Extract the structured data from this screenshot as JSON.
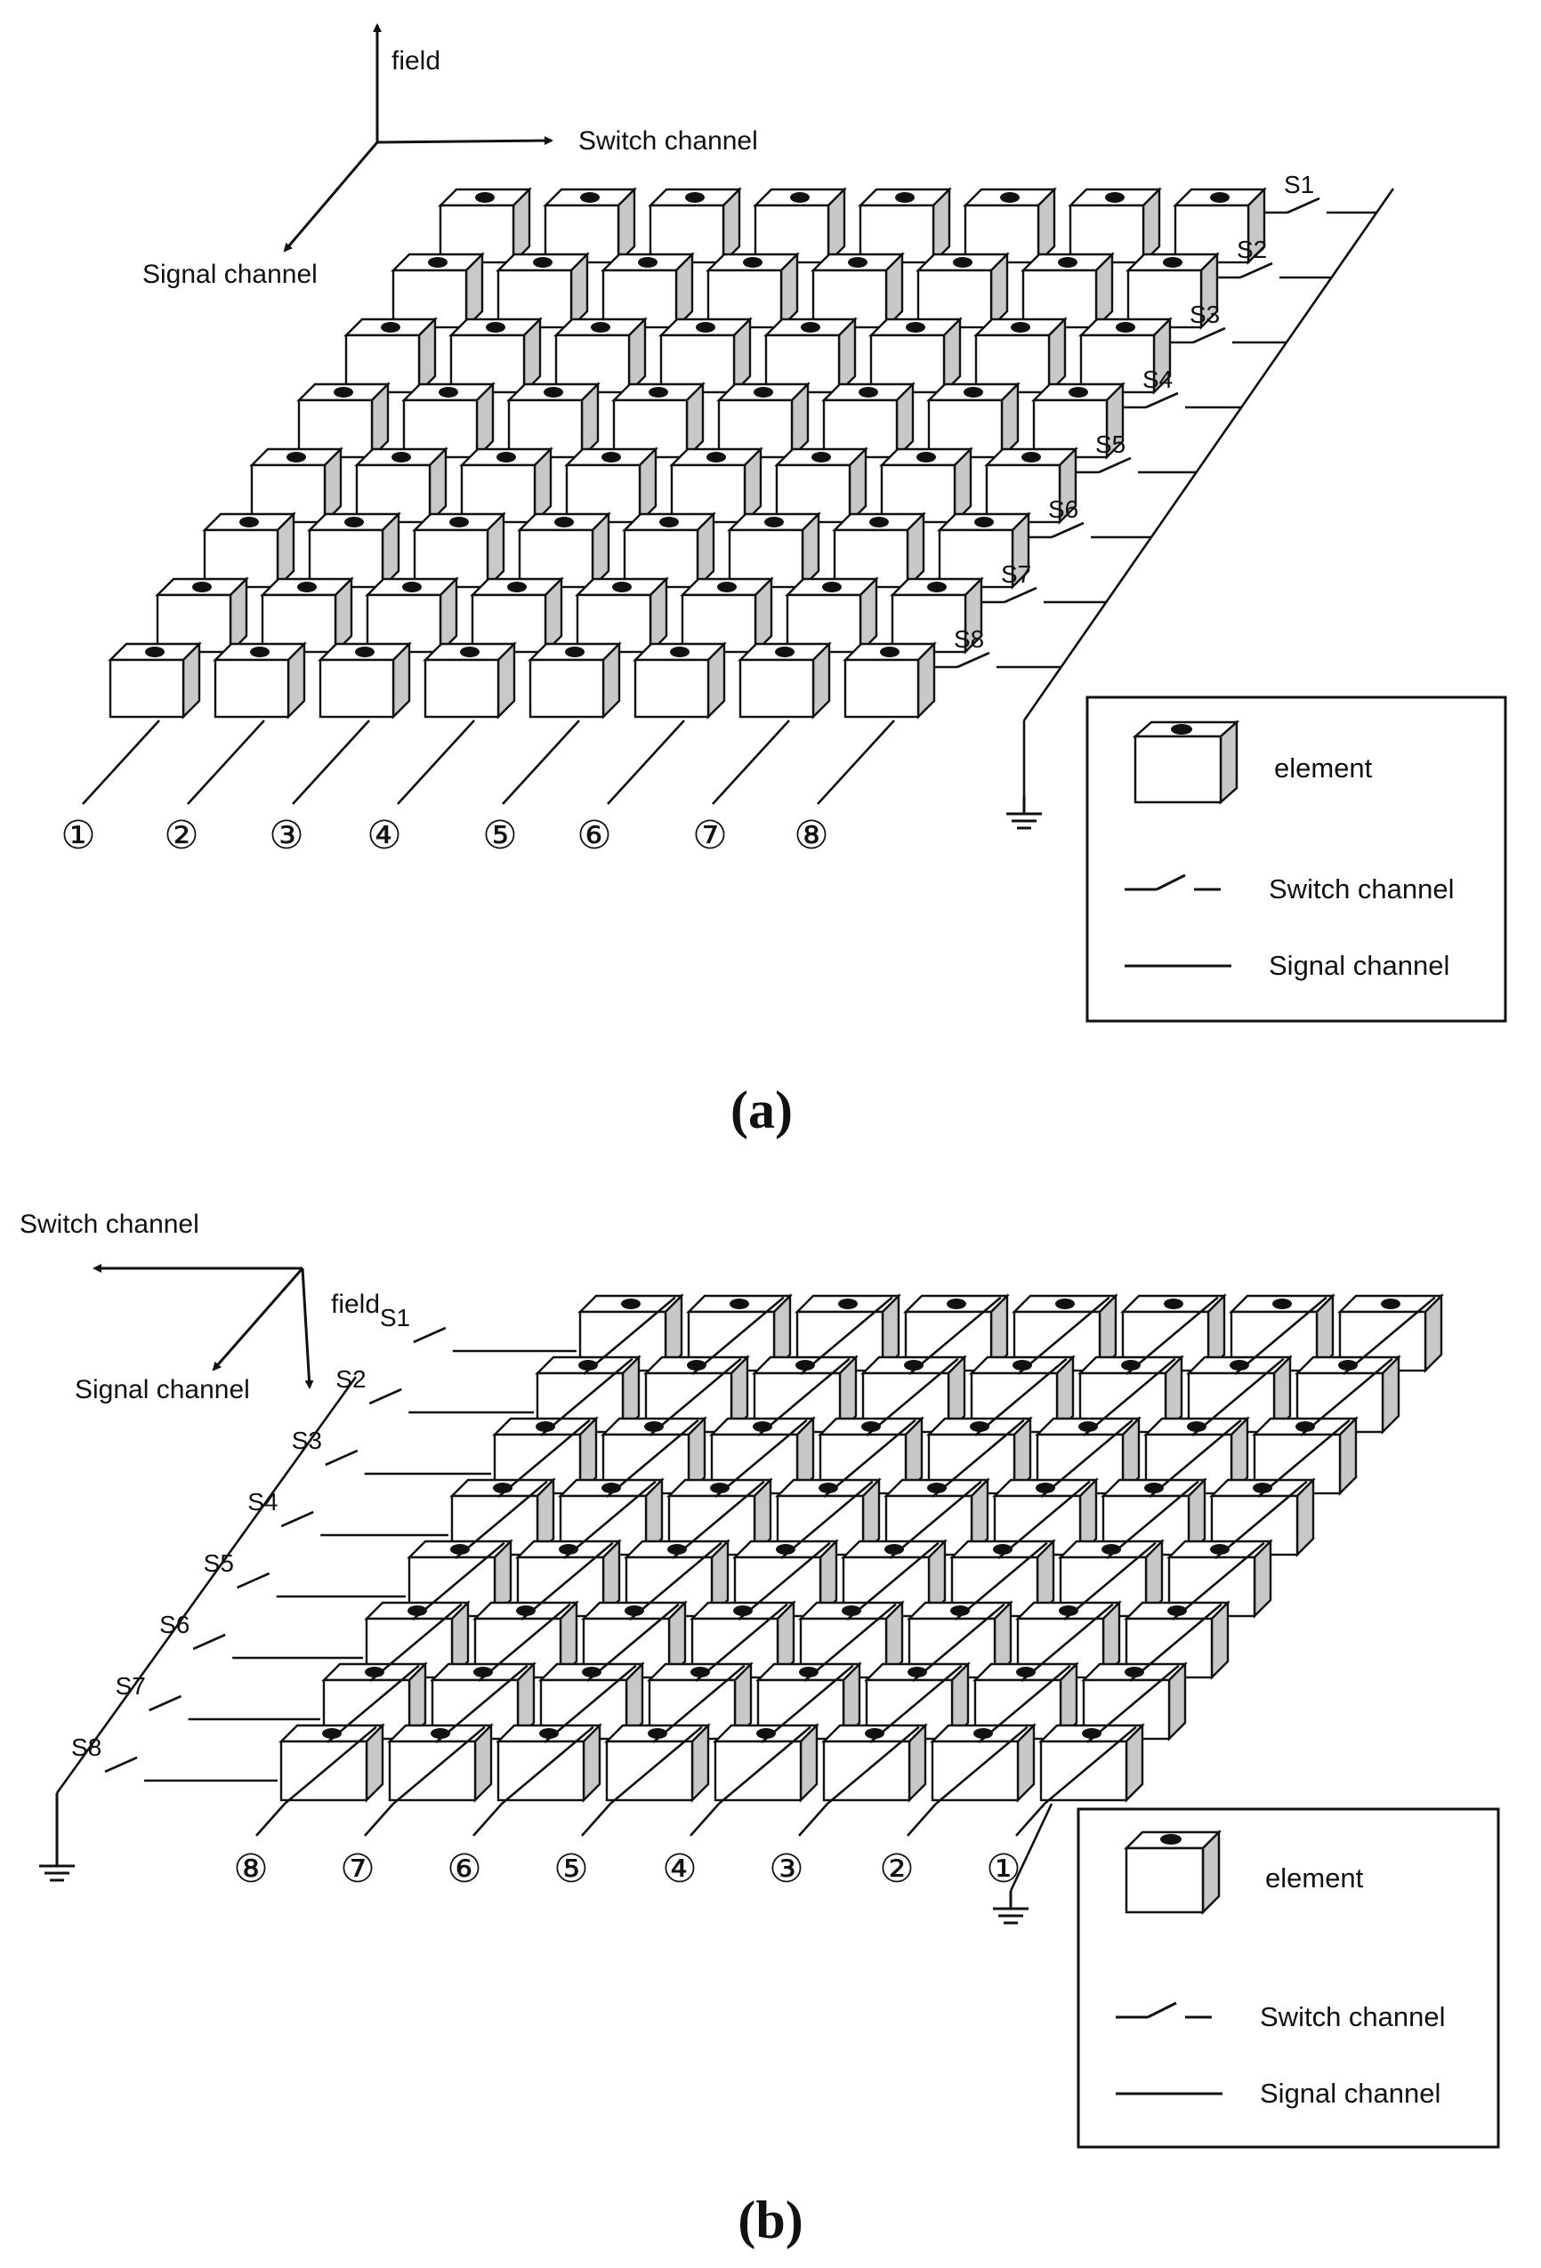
{
  "panels": [
    {
      "caption_open": "(",
      "caption_letter": "a",
      "caption_close": ")",
      "axes": {
        "field": "field",
        "switch": "Switch channel",
        "signal": "Signal channel"
      },
      "rows": 8,
      "columns": 8,
      "switch_labels": [
        "S1",
        "S2",
        "S3",
        "S4",
        "S5",
        "S6",
        "S7",
        "S8"
      ],
      "column_numbers": [
        "①",
        "②",
        "③",
        "④",
        "⑤",
        "⑥",
        "⑦",
        "⑧"
      ],
      "legend": {
        "element": "element",
        "switch_channel": "Switch channel",
        "signal_channel": "Signal channel"
      }
    },
    {
      "caption_open": "(",
      "caption_letter": "b",
      "caption_close": ")",
      "axes": {
        "field": "field",
        "switch": "Switch channel",
        "signal": "Signal channel"
      },
      "rows": 8,
      "columns": 8,
      "switch_labels": [
        "S1",
        "S2",
        "S3",
        "S4",
        "S5",
        "S6",
        "S7",
        "S8"
      ],
      "column_numbers": [
        "⑧",
        "⑦",
        "⑥",
        "⑤",
        "④",
        "③",
        "②",
        "①"
      ],
      "legend": {
        "element": "element",
        "switch_channel": "Switch channel",
        "signal_channel": "Signal channel"
      }
    }
  ],
  "colors": {
    "ink": "#111111",
    "cube_face": "#ffffff",
    "cube_side": "#c8c8c8",
    "dot": "#111111"
  }
}
